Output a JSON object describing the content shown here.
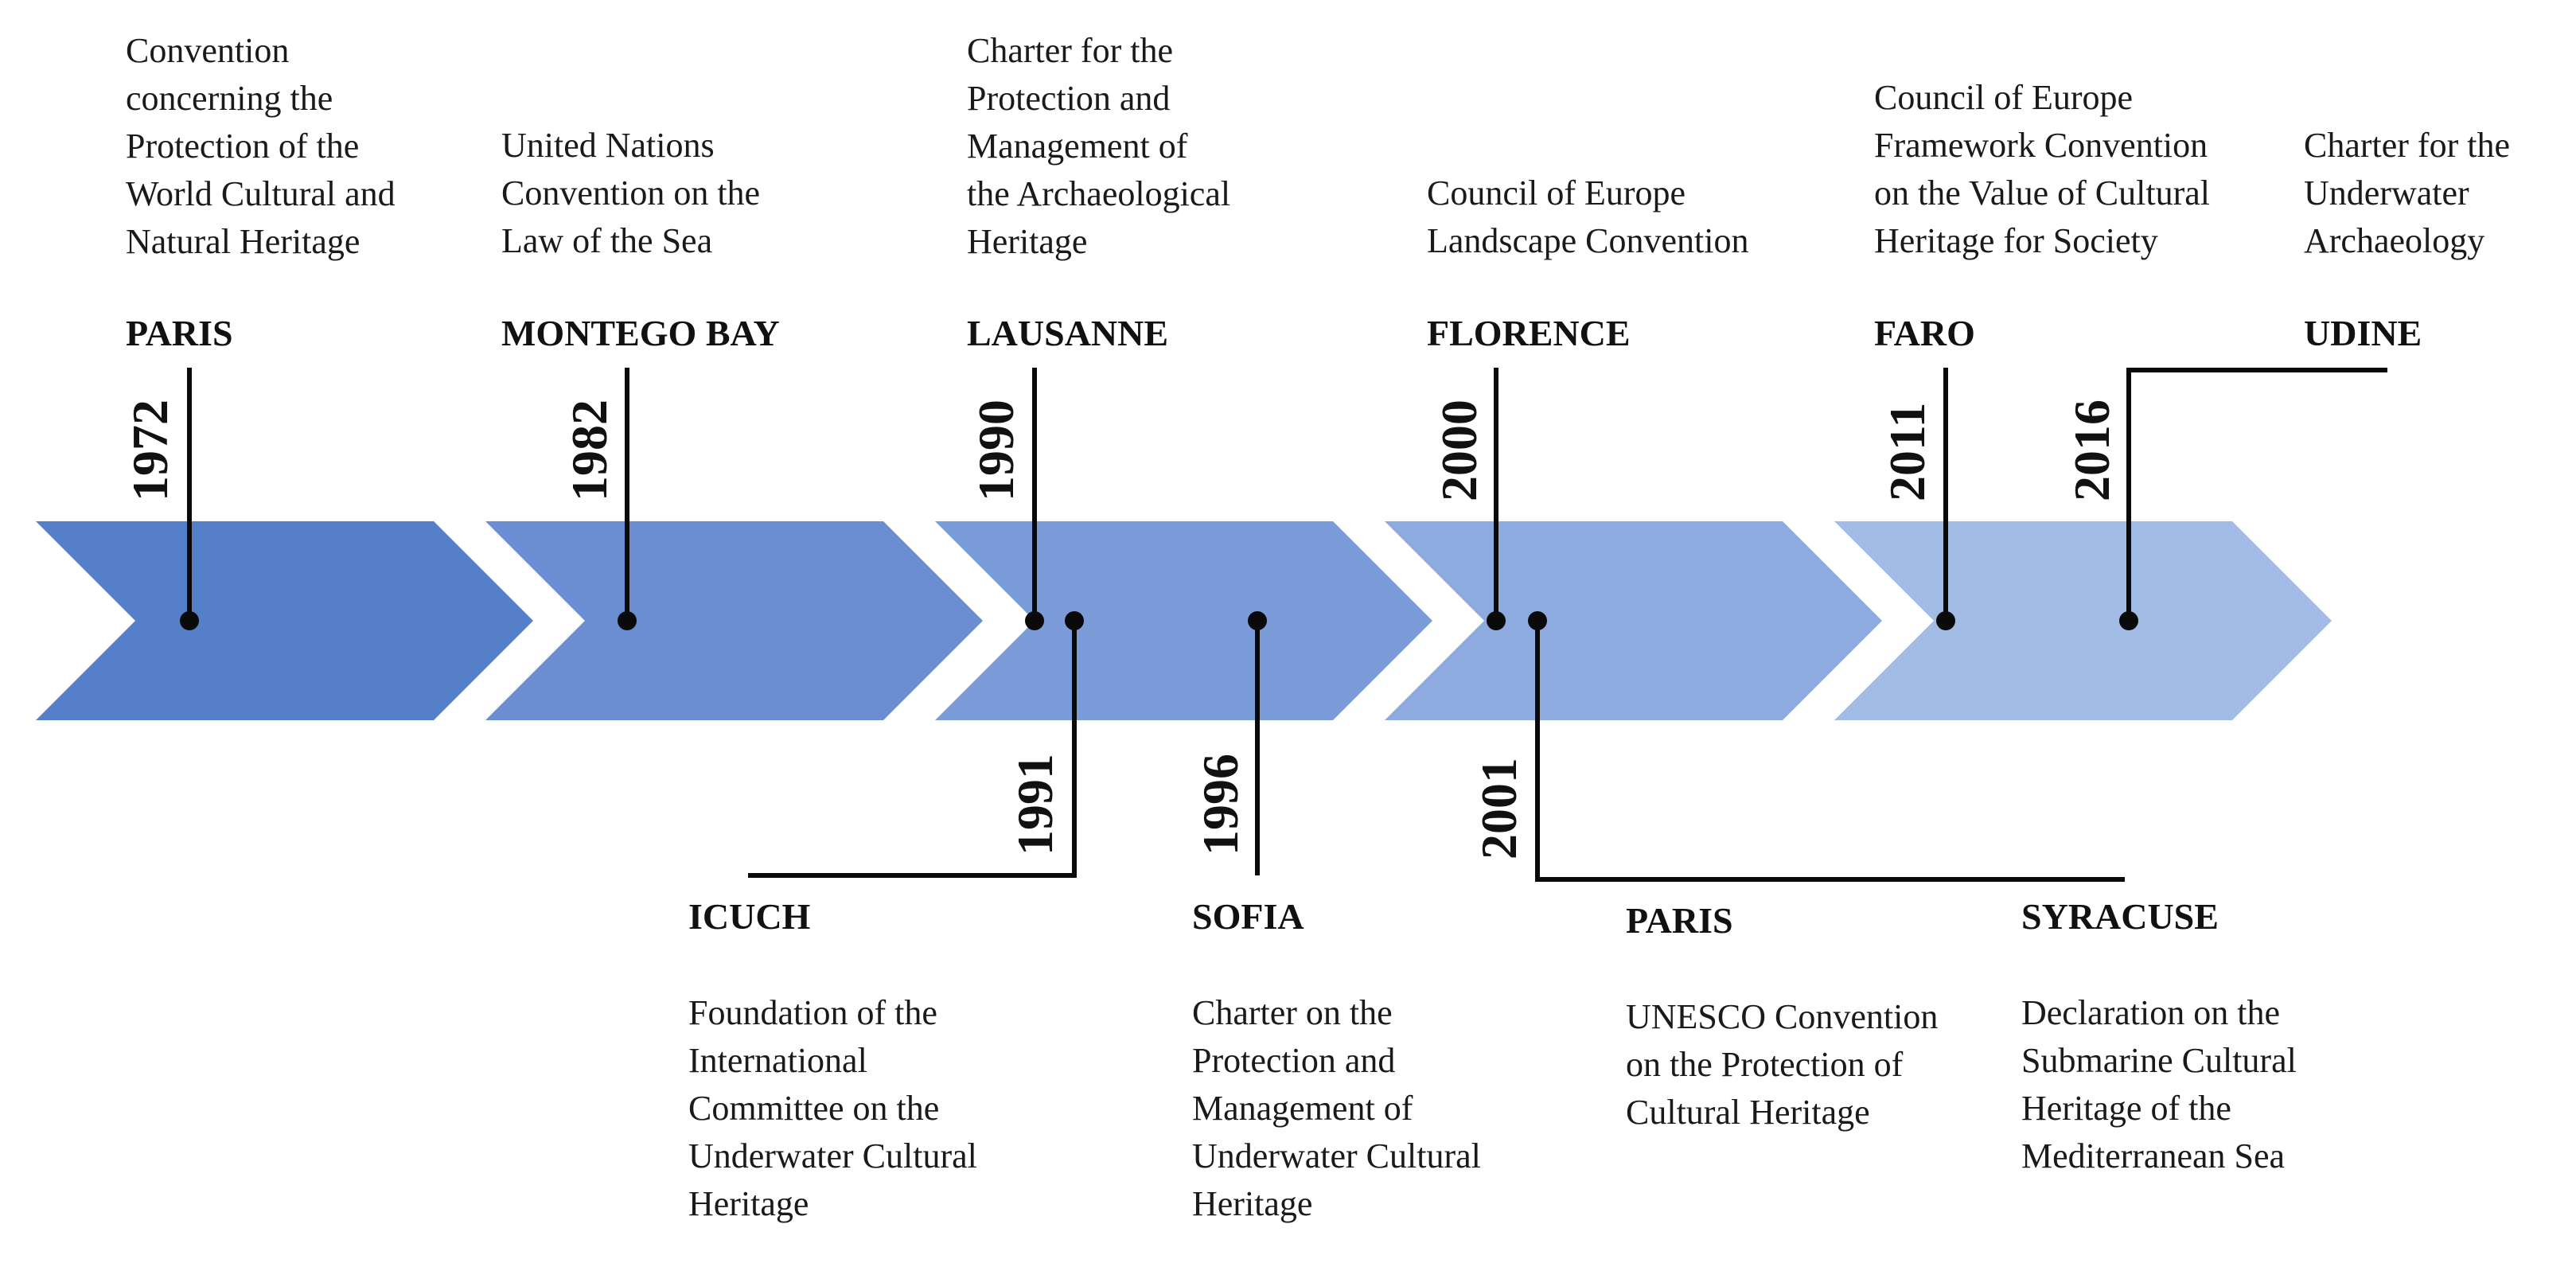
{
  "colors": {
    "chevrons": [
      "#5580c9",
      "#6a8ed1",
      "#7b9cd8",
      "#8dabdf",
      "#a2bce6"
    ],
    "lines": "#0a0a0a"
  },
  "chevrons_count": 5,
  "events": [
    {
      "id": "e1972",
      "year": "1972",
      "place": "PARIS",
      "description": "Convention\nconcerning the\nProtection of the\nWorld Cultural and\nNatural Heritage"
    },
    {
      "id": "e1982",
      "year": "1982",
      "place": "MONTEGO BAY",
      "description": "United Nations\nConvention on the\nLaw of the Sea"
    },
    {
      "id": "e1990",
      "year": "1990",
      "place": "LAUSANNE",
      "description": "Charter for the\nProtection and\nManagement of\nthe Archaeological\nHeritage"
    },
    {
      "id": "e2000",
      "year": "2000",
      "place": "FLORENCE",
      "description": "Council of Europe\nLandscape Convention"
    },
    {
      "id": "e2011",
      "year": "2011",
      "place": "FARO",
      "description": "Council of Europe\nFramework Convention\non the Value of Cultural\nHeritage for Society"
    },
    {
      "id": "e2016",
      "year": "2016",
      "place": "UDINE",
      "description": "Charter for the\nUnderwater\nArchaeology"
    },
    {
      "id": "e1991",
      "year": "1991",
      "place": "ICUCH",
      "description": "Foundation of the\nInternational\nCommittee on the\nUnderwater Cultural\nHeritage"
    },
    {
      "id": "e1996",
      "year": "1996",
      "place": "SOFIA",
      "description": "Charter on the\nProtection and\nManagement of\nUnderwater Cultural\nHeritage"
    },
    {
      "id": "e2001",
      "year": "2001",
      "place": "PARIS",
      "description": "UNESCO Convention\non the Protection of\nCultural Heritage"
    },
    {
      "id": "e2001b",
      "year": "",
      "place": "SYRACUSE",
      "description": "Declaration on the\nSubmarine Cultural\nHeritage of the\nMediterranean Sea"
    }
  ]
}
